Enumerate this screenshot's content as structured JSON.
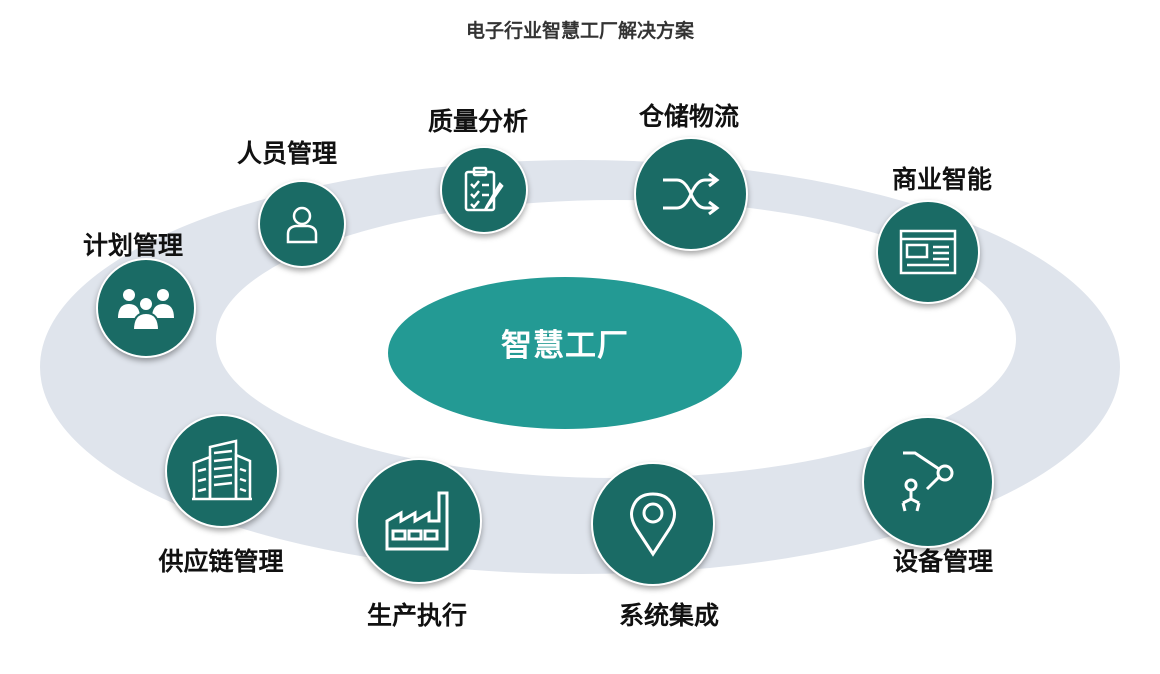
{
  "title": "电子行业智慧工厂解决方案",
  "center": {
    "label": "智慧工厂"
  },
  "colors": {
    "ring": "#dfe4ec",
    "center": "#239a94",
    "node": "#1a6b65",
    "icon": "#ffffff"
  },
  "nodes": [
    {
      "label": "计划管理",
      "icon": "people-group-icon"
    },
    {
      "label": "人员管理",
      "icon": "person-icon"
    },
    {
      "label": "质量分析",
      "icon": "clipboard-check-icon"
    },
    {
      "label": "仓储物流",
      "icon": "shuffle-arrows-icon"
    },
    {
      "label": "商业智能",
      "icon": "dashboard-window-icon"
    },
    {
      "label": "设备管理",
      "icon": "robot-arm-icon"
    },
    {
      "label": "系统集成",
      "icon": "location-pin-icon"
    },
    {
      "label": "生产执行",
      "icon": "factory-icon"
    },
    {
      "label": "供应链管理",
      "icon": "buildings-icon"
    }
  ]
}
